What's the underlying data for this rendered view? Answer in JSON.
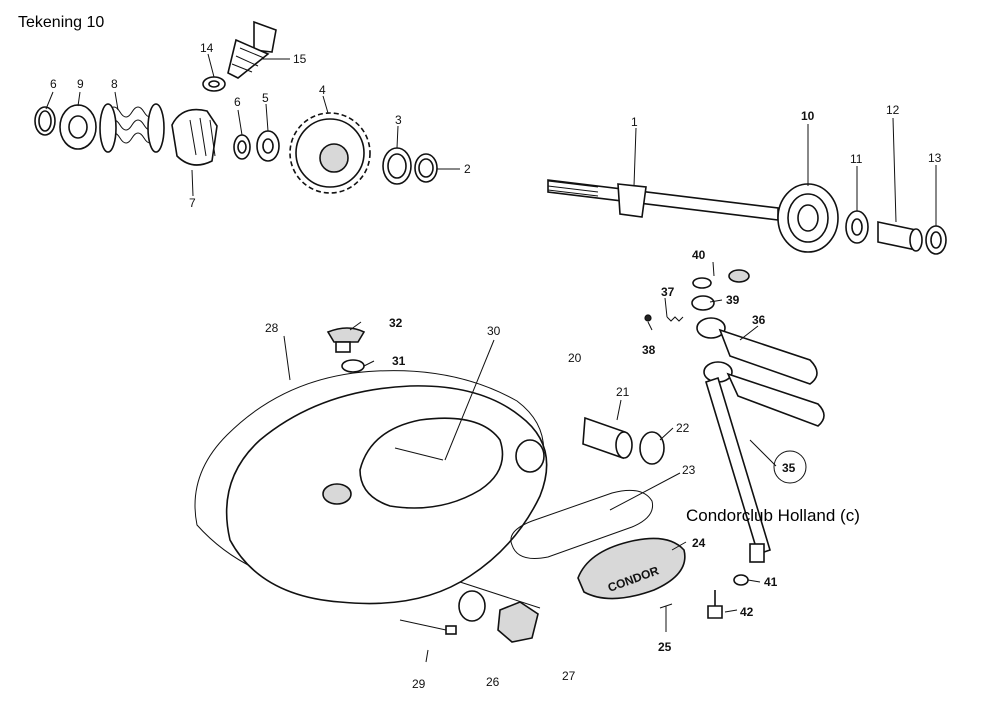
{
  "header": {
    "title": "Tekening 10"
  },
  "credit": "Condorclub Holland (c)",
  "logo_text": "CONDOR",
  "callouts": {
    "c1": "1",
    "c2": "2",
    "c3": "3",
    "c4": "4",
    "c5": "5",
    "c6a": "6",
    "c6b": "6",
    "c7": "7",
    "c8": "8",
    "c9": "9",
    "c10": "10",
    "c11": "11",
    "c12": "12",
    "c13": "13",
    "c14": "14",
    "c15": "15",
    "c20": "20",
    "c21": "21",
    "c22": "22",
    "c23": "23",
    "c24": "24",
    "c25": "25",
    "c26": "26",
    "c27": "27",
    "c28": "28",
    "c29": "29",
    "c30": "30",
    "c31": "31",
    "c32": "32",
    "c35": "35",
    "c36": "36",
    "c37": "37",
    "c38": "38",
    "c39": "39",
    "c40": "40",
    "c41": "41",
    "c42": "42"
  }
}
